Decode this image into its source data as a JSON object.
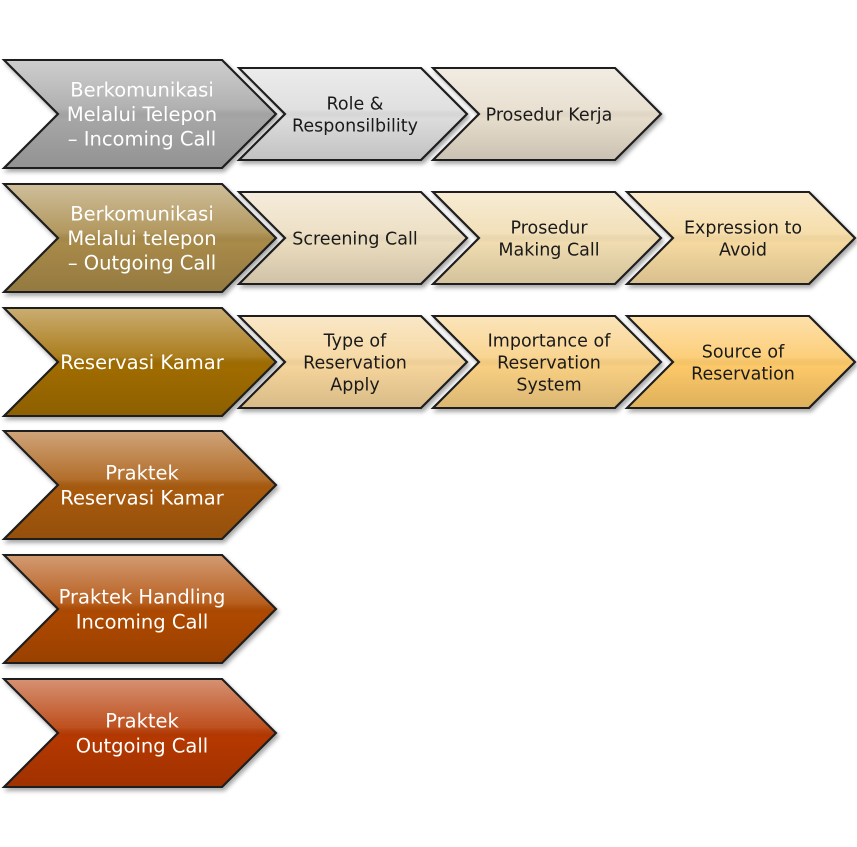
{
  "rows": [
    {
      "label": [
        "Berkomunikasi",
        "Melalui Telepon",
        "– Incoming Call"
      ],
      "color": "#a6a6a6",
      "text_color": "#ffffff",
      "children": [
        {
          "label": [
            "Role &",
            "Responsilbility"
          ],
          "color": "#dcdcdc"
        },
        {
          "label": [
            "Prosedur Kerja"
          ],
          "color": "#e6dccb"
        }
      ]
    },
    {
      "label": [
        "Berkomunikasi",
        "Melalui telepon",
        "– Outgoing Call"
      ],
      "color": "#a88a4a",
      "text_color": "#ffffff",
      "children": [
        {
          "label": [
            "Screening Call"
          ],
          "color": "#ebdcbe"
        },
        {
          "label": [
            "Prosedur",
            "Making Call"
          ],
          "color": "#f0dcb0"
        },
        {
          "label": [
            "Expression to",
            "Avoid"
          ],
          "color": "#f5d9a0"
        }
      ]
    },
    {
      "label": [
        "Reservasi Kamar"
      ],
      "color": "#a06c00",
      "text_color": "#ffffff",
      "children": [
        {
          "label": [
            "Type of",
            "Reservation",
            "Apply"
          ],
          "color": "#f5d49a"
        },
        {
          "label": [
            "Importance of",
            "Reservation",
            "System"
          ],
          "color": "#f8cf82"
        },
        {
          "label": [
            "Source of",
            "Reservation"
          ],
          "color": "#fcc867"
        }
      ]
    },
    {
      "label": [
        "Praktek",
        "Reservasi Kamar"
      ],
      "color": "#a85a08",
      "text_color": "#ffffff",
      "children": []
    },
    {
      "label": [
        "Praktek Handling",
        "Incoming Call"
      ],
      "color": "#ae4a04",
      "text_color": "#ffffff",
      "children": []
    },
    {
      "label": [
        "Praktek",
        "Outgoing Call"
      ],
      "color": "#b53800",
      "text_color": "#ffffff",
      "children": []
    }
  ],
  "child_text_color": "#1a1a1a"
}
